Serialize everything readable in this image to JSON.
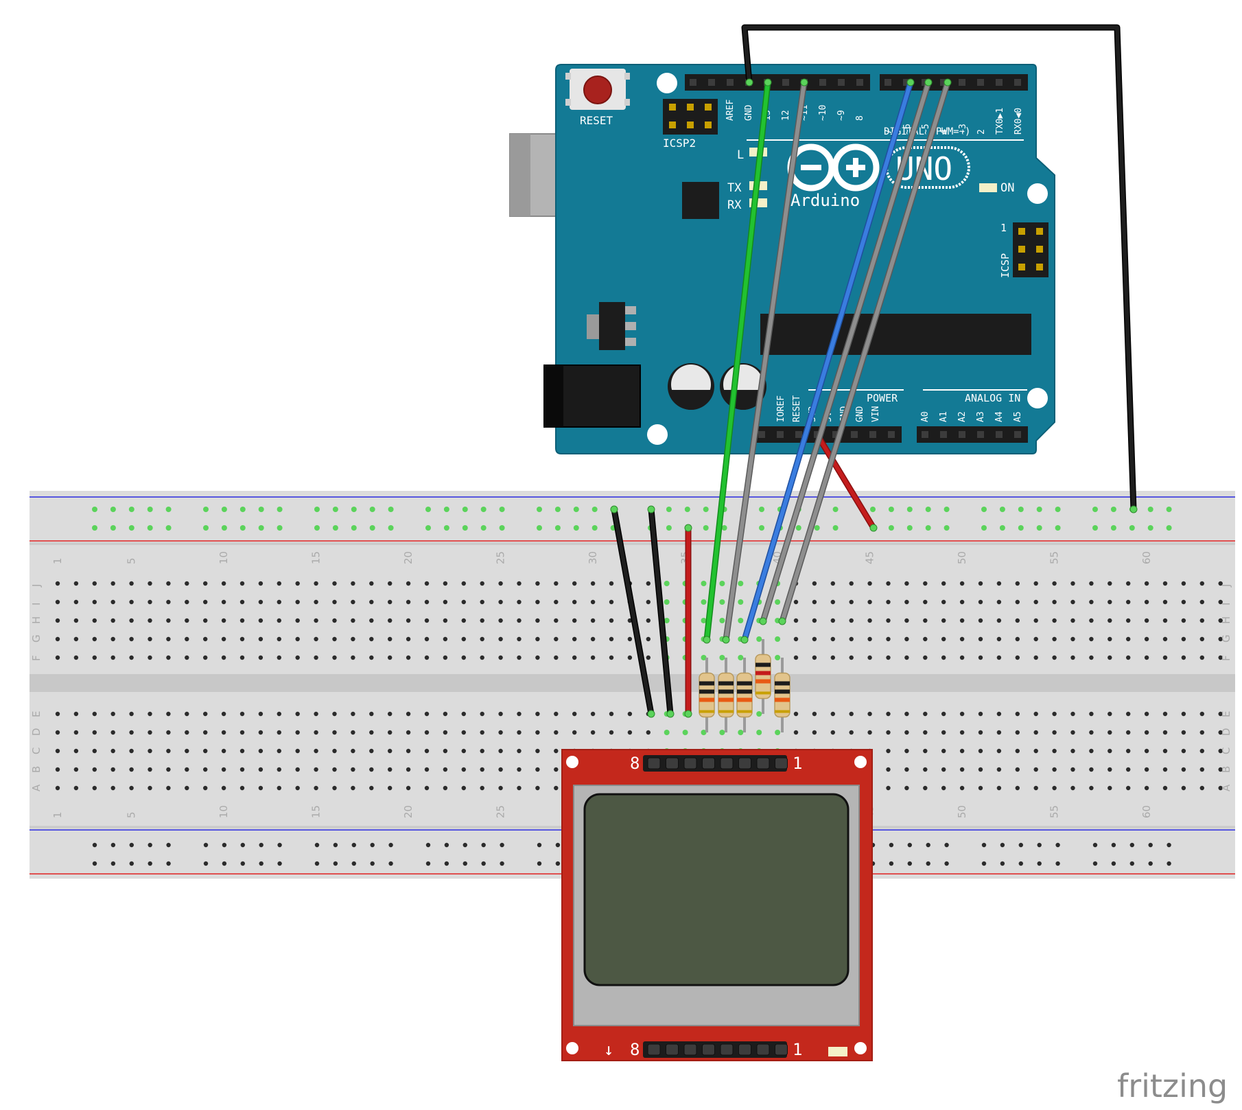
{
  "arduino": {
    "board_logo": "UNO",
    "brand_name": "Arduino",
    "reset_label": "RESET",
    "icsp2_label": "ICSP2",
    "icsp_label": "ICSP",
    "icsp_pin_one": "1",
    "led_l_label": "L",
    "led_tx_label": "TX",
    "led_rx_label": "RX",
    "led_on_label": "ON",
    "digital_section_label": "DIGITAL (PWM=~)",
    "power_section_label": "POWER",
    "analog_section_label": "ANALOG IN",
    "header_left_labels": [
      "AREF",
      "GND",
      "13",
      "12",
      "~11",
      "~10",
      "~9",
      "8"
    ],
    "header_right_labels": [
      "7",
      "~6",
      "~5",
      "4",
      "~3",
      "2",
      "TX0▶1",
      "RX0◀0"
    ],
    "power_labels": [
      "IOREF",
      "RESET",
      "3V3",
      "5V",
      "GND",
      "GND",
      "VIN"
    ],
    "analog_labels": [
      "A0",
      "A1",
      "A2",
      "A3",
      "A4",
      "A5"
    ]
  },
  "breadboard": {
    "column_numbers": [
      "1",
      "5",
      "10",
      "15",
      "20",
      "25",
      "30",
      "35",
      "40",
      "45",
      "50",
      "55",
      "60"
    ],
    "row_letters_top": [
      "J",
      "I",
      "H",
      "G",
      "F"
    ],
    "row_letters_bottom": [
      "E",
      "D",
      "C",
      "B",
      "A"
    ],
    "rail_positive_color": "#e02020",
    "rail_negative_color": "#2020e0"
  },
  "lcd": {
    "top_pin_first": "8",
    "top_pin_last": "1",
    "bottom_pin_first": "8",
    "bottom_pin_last": "1",
    "bottom_arrow": "↓"
  },
  "wire_colors": {
    "black": "#1e1e1e",
    "green": "#22c230",
    "gray": "#8e8e8e",
    "blue": "#3a7de0",
    "red": "#c41c1c"
  },
  "colors": {
    "board_teal": "#137a95",
    "board_edge": "#0c5f77",
    "breadboard": "#dcdcdc",
    "lcd_pcb": "#c4281c",
    "lcd_screen": "#4d5844"
  },
  "watermark": "fritzing"
}
